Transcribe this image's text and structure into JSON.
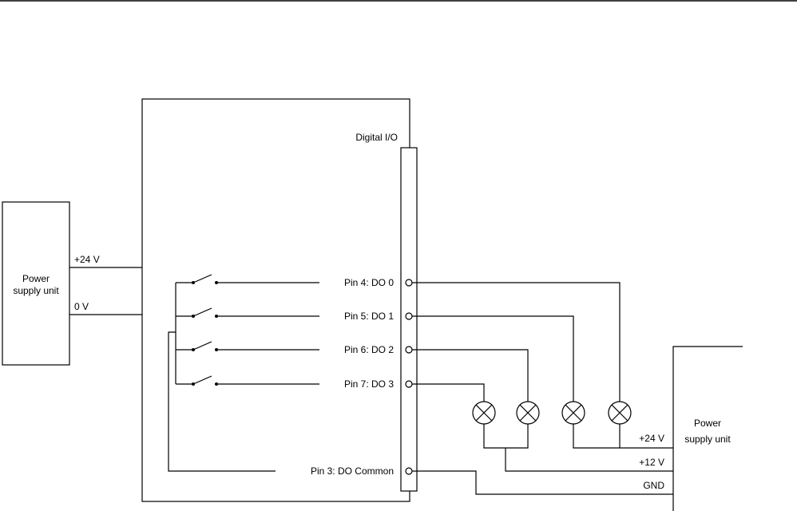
{
  "left_psu": {
    "label_line1": "Power",
    "label_line2": "supply unit",
    "terminal_pos": "+24 V",
    "terminal_zero": "0 V"
  },
  "io_header": "Digital I/O",
  "pins": [
    {
      "label": "Pin 4: DO 0"
    },
    {
      "label": "Pin 5: DO 1"
    },
    {
      "label": "Pin 6: DO 2"
    },
    {
      "label": "Pin 7: DO 3"
    }
  ],
  "common_pin": "Pin 3: DO Common",
  "right_psu": {
    "label_line1": "Power",
    "label_line2": "supply unit",
    "terminal_24": "+24 V",
    "terminal_12": "+12 V",
    "terminal_gnd": "GND"
  }
}
